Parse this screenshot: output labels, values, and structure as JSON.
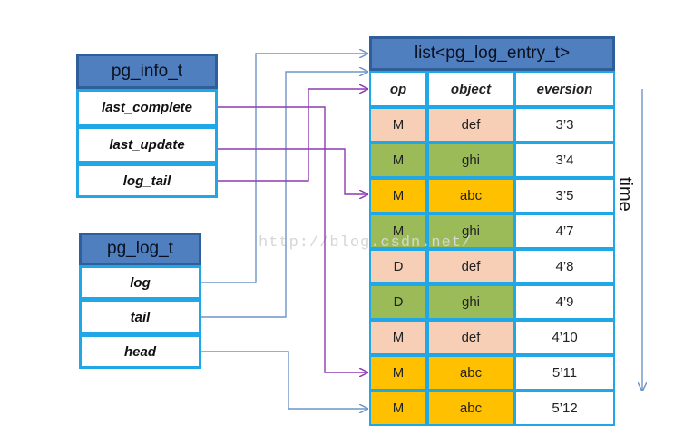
{
  "pg_info": {
    "title": "pg_info_t",
    "fields": [
      "last_complete",
      "last_update",
      "log_tail"
    ]
  },
  "pg_log": {
    "title": "pg_log_t",
    "fields": [
      "log",
      "tail",
      "head"
    ]
  },
  "list": {
    "title": "list<pg_log_entry_t>",
    "headers": [
      "op",
      "object",
      "eversion"
    ],
    "rows": [
      {
        "op": "M",
        "object": "def",
        "eversion": "3’3"
      },
      {
        "op": "M",
        "object": "ghi",
        "eversion": "3’4"
      },
      {
        "op": "M",
        "object": "abc",
        "eversion": "3’5"
      },
      {
        "op": "M",
        "object": "ghi",
        "eversion": "4’7"
      },
      {
        "op": "D",
        "object": "def",
        "eversion": "4’8"
      },
      {
        "op": "D",
        "object": "ghi",
        "eversion": "4’9"
      },
      {
        "op": "M",
        "object": "def",
        "eversion": "4’10"
      },
      {
        "op": "M",
        "object": "abc",
        "eversion": "5’11"
      },
      {
        "op": "M",
        "object": "abc",
        "eversion": "5’12"
      }
    ]
  },
  "axis_label": "time",
  "watermark": "http://blog.csdn.net/",
  "colors": {
    "header_blue": "#4f7fbf",
    "border_cyan": "#20a8e6",
    "def_fill": "#f7ceb6",
    "ghi_fill": "#9bbb59",
    "abc_fill": "#ffc000",
    "blue_arrow": "#6f95c8",
    "purple_arrow": "#8e3ab0"
  }
}
